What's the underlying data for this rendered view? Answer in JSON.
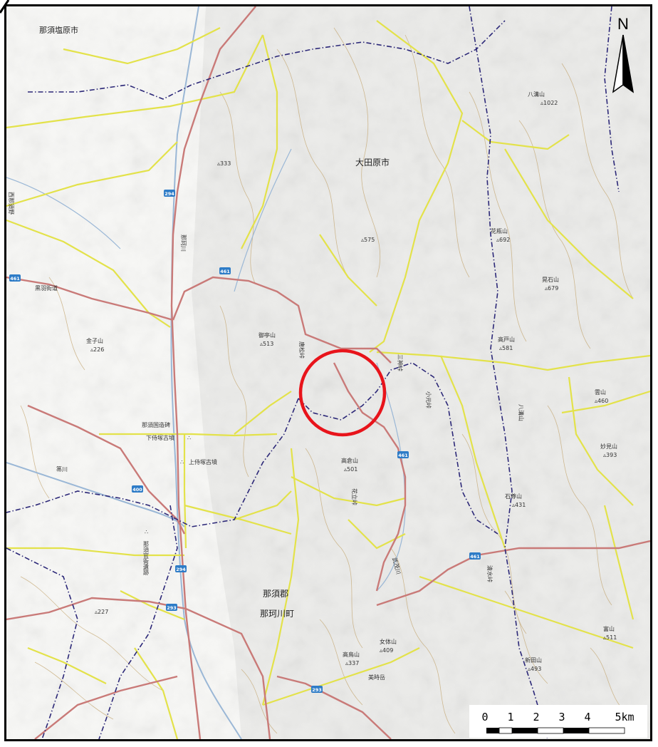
{
  "places": {
    "nasushiobara": "那須塩原市",
    "otawara": "大田原市",
    "nasu_gun": "那須郡",
    "nakagawa_machi": "那珂川町",
    "nishinasuno": "西那須野"
  },
  "rivers": {
    "naka_river": "那珂川",
    "hoki_river": "箒川",
    "takeshi_river": "武茂川"
  },
  "roads": {
    "kuroha_kaido": "黒羽街道",
    "route_461": "461",
    "route_294": "294",
    "route_400": "400",
    "route_293": "293"
  },
  "peaks": [
    {
      "name": "",
      "elev": "333"
    },
    {
      "name": "",
      "elev": "575"
    },
    {
      "name": "八溝山",
      "elev": "1022"
    },
    {
      "name": "花瓶山",
      "elev": "692"
    },
    {
      "name": "晃石山",
      "elev": "679"
    },
    {
      "name": "高戸山",
      "elev": "581"
    },
    {
      "name": "御亭山",
      "elev": "513"
    },
    {
      "name": "金子山",
      "elev": "226"
    },
    {
      "name": "高倉山",
      "elev": "501"
    },
    {
      "name": "雲山",
      "elev": "460"
    },
    {
      "name": "妙見山",
      "elev": "393"
    },
    {
      "name": "石尊山",
      "elev": "431"
    },
    {
      "name": "",
      "elev": "227"
    },
    {
      "name": "富山",
      "elev": "511"
    },
    {
      "name": "女体山",
      "elev": "409"
    },
    {
      "name": "高鳥山",
      "elev": "337"
    },
    {
      "name": "新田山",
      "elev": "493"
    }
  ],
  "passes": {
    "yusumatsu": "唐松峠",
    "hanatate": "花立峠",
    "sanjin": "三神峠",
    "komoto": "小元峠",
    "shimizu": "清水峠",
    "hakkenzan": "八溝山",
    "bitou_pass": "美時岳"
  },
  "ruins": {
    "kokuzo_hi": "那須国造碑",
    "shimo_kofun": "下侍塚古墳",
    "kami_kofun": "上侍塚古墳",
    "kanga_iseki": "那須官衙遺跡"
  },
  "compass": {
    "label": "N"
  },
  "scale_bar": {
    "labels": [
      "0",
      "1",
      "2",
      "3",
      "4",
      "5km"
    ]
  },
  "highlight": {
    "color": "#e8141b"
  },
  "colors": {
    "road_major": "#c97a78",
    "road_minor": "#e3e24a",
    "boundary": "#2c2878",
    "river": "#9ab7d6",
    "contour": "#c2a36b"
  }
}
